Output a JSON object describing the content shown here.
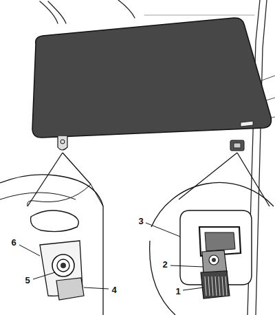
{
  "diagram": {
    "labels": [
      "6",
      "3",
      "2",
      "5",
      "4",
      "1"
    ]
  }
}
